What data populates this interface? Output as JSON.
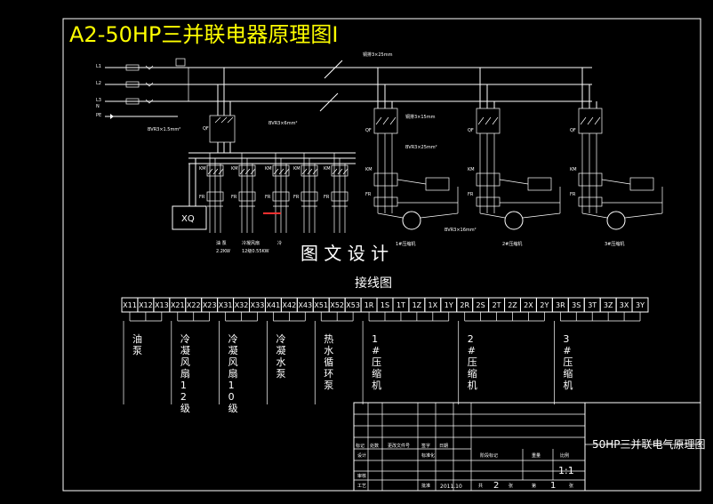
{
  "title": "A2-50HP三并联电器原理图Ⅰ",
  "watermark": "图 文 设 计",
  "wiring_title": "接线图",
  "colors": {
    "background": "#000000",
    "title": "#ffff00",
    "lines": "#ffffff",
    "wire_highlight": "#ff3030"
  },
  "cable_labels": {
    "main": "铜排3×25mm",
    "qf1": "BVR3×6mm²",
    "branch": "BVR3×1.5mm²",
    "comp_feed": "铜排3×15mm",
    "comp2": "BVR3×25mm²",
    "comp3": "BVR3×16mm²"
  },
  "component_labels": {
    "xq": "XQ",
    "qf": "QF",
    "km": "KM",
    "fr": "FR",
    "phases": [
      "L1",
      "L2",
      "L3",
      "N",
      "PE"
    ]
  },
  "motor_labels": [
    {
      "name": "油 泵",
      "power": "2.2KW"
    },
    {
      "name": "冷凝风扇",
      "power": "12级0.55KW"
    },
    {
      "name": "冷",
      "power": ""
    }
  ],
  "compressor_labels": [
    "1#压缩机",
    "2#压缩机",
    "3#压缩机"
  ],
  "terminals": [
    "X11",
    "X12",
    "X13",
    "X21",
    "X22",
    "X23",
    "X31",
    "X32",
    "X33",
    "X41",
    "X42",
    "X43",
    "X51",
    "X52",
    "X53",
    "1R",
    "1S",
    "1T",
    "1Z",
    "1X",
    "1Y",
    "2R",
    "2S",
    "2T",
    "2Z",
    "2X",
    "2Y",
    "3R",
    "3S",
    "3T",
    "3Z",
    "3X",
    "3Y"
  ],
  "groups": [
    {
      "label": "油泵"
    },
    {
      "label": "冷凝风扇12级"
    },
    {
      "label": "冷凝风扇10级"
    },
    {
      "label": "冷凝水泵"
    },
    {
      "label": "热水循环泵"
    },
    {
      "label": "1#压缩机"
    },
    {
      "label": "2#压缩机"
    },
    {
      "label": "3#压缩机"
    }
  ],
  "title_block": {
    "drawing_title": "50HP三并联电气原理图",
    "scale": "1:1",
    "sheets_total": "2",
    "sheet_no": "1",
    "date": "2011.10",
    "row_labels": {
      "mark": "标记",
      "count": "处数",
      "doc": "更改文件号",
      "sign": "签字",
      "date": "日期",
      "design": "设计",
      "std": "标准化",
      "check": "审核",
      "craft": "工艺",
      "approve": "批准",
      "stage": "阶段标记",
      "weight": "重量",
      "ratio": "比例",
      "total": "共",
      "page": "第",
      "sheet": "张"
    }
  }
}
